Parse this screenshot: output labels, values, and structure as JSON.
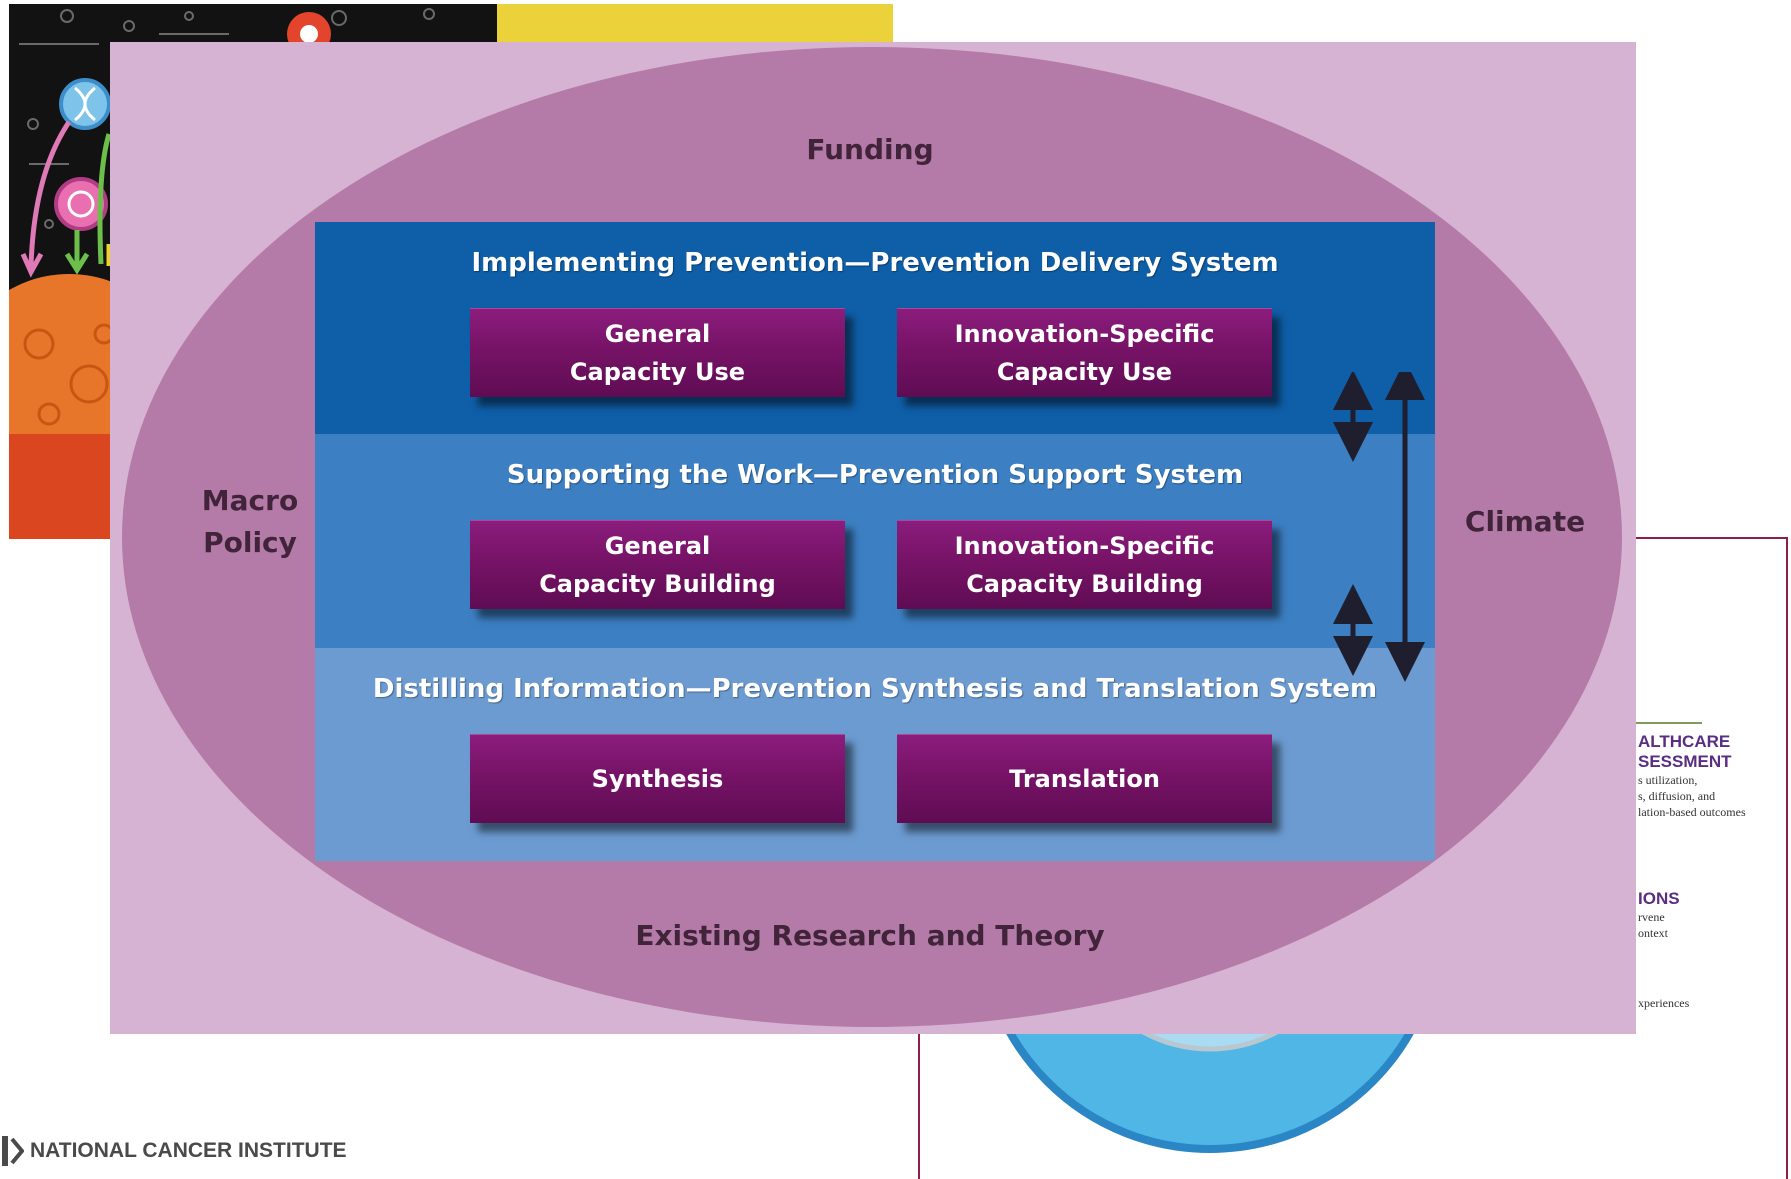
{
  "background": {
    "footer_logo_text": "NATIONAL CANCER INSTITUTE",
    "document_fragment": {
      "heading_1": [
        "ALTHCARE",
        "SESSMENT"
      ],
      "text_1": [
        "s utilization,",
        "s, diffusion, and",
        "lation-based outcomes"
      ],
      "heading_2": "IONS",
      "text_2": [
        "rvene",
        "ontext"
      ],
      "text_3": "xperiences"
    }
  },
  "diagram": {
    "outer_labels": {
      "top": "Funding",
      "left": [
        "Macro",
        "Policy"
      ],
      "right": "Climate",
      "bottom": "Existing Research and Theory"
    },
    "systems": [
      {
        "title": "Implementing Prevention—Prevention Delivery System",
        "boxes": [
          [
            "General",
            "Capacity Use"
          ],
          [
            "Innovation-Specific",
            "Capacity Use"
          ]
        ]
      },
      {
        "title": "Supporting the Work—Prevention Support System",
        "boxes": [
          [
            "General",
            "Capacity Building"
          ],
          [
            "Innovation-Specific",
            "Capacity Building"
          ]
        ]
      },
      {
        "title": "Distilling Information—Prevention Synthesis and Translation System",
        "boxes": [
          [
            "Synthesis"
          ],
          [
            "Translation"
          ]
        ]
      }
    ]
  },
  "colors": {
    "panel_background": "#d6b3d2",
    "ellipse": "#b47ba9",
    "delivery_system": "#0f5ea8",
    "support_system": "#3c7fc3",
    "synthesis_system": "#6c9bd1",
    "box": "#771367",
    "label_text": "#41243a"
  }
}
